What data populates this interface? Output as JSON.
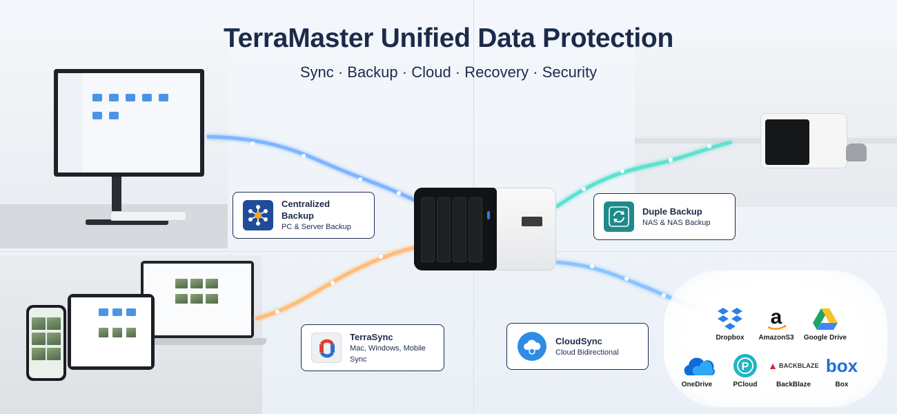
{
  "header": {
    "title": "TerraMaster Unified Data Protection",
    "subtitle": "Sync · Backup · Cloud · Recovery · Security"
  },
  "features": [
    {
      "title": "Centralized Backup",
      "subtitle": "PC & Server Backup",
      "icon": "network-hub-icon"
    },
    {
      "title": "Duple Backup",
      "subtitle": "NAS & NAS Backup",
      "icon": "sync-arrows-icon"
    },
    {
      "title": "TerraSync",
      "subtitle": "Mac, Windows, Mobile Sync",
      "icon": "terrasync-icon"
    },
    {
      "title": "CloudSync",
      "subtitle": "Cloud Bidirectional",
      "icon": "cloud-sync-icon"
    }
  ],
  "cloud_services": [
    {
      "name": "Dropbox",
      "icon": "dropbox-icon"
    },
    {
      "name": "AmazonS3",
      "icon": "amazon-icon"
    },
    {
      "name": "Google Drive",
      "icon": "google-drive-icon"
    },
    {
      "name": "OneDrive",
      "icon": "onedrive-icon"
    },
    {
      "name": "PCloud",
      "icon": "pcloud-icon"
    },
    {
      "name": "BackBlaze",
      "icon": "backblaze-icon",
      "logo_text": "BACKBLAZE"
    },
    {
      "name": "Box",
      "icon": "box-icon",
      "logo_text": "box"
    }
  ],
  "colors": {
    "title": "#1c2a4a",
    "line_blue": "#7fb6ff",
    "line_teal": "#5fe0d0",
    "line_orange": "#ffbd7a",
    "line_lightblue": "#8cc4ff"
  }
}
